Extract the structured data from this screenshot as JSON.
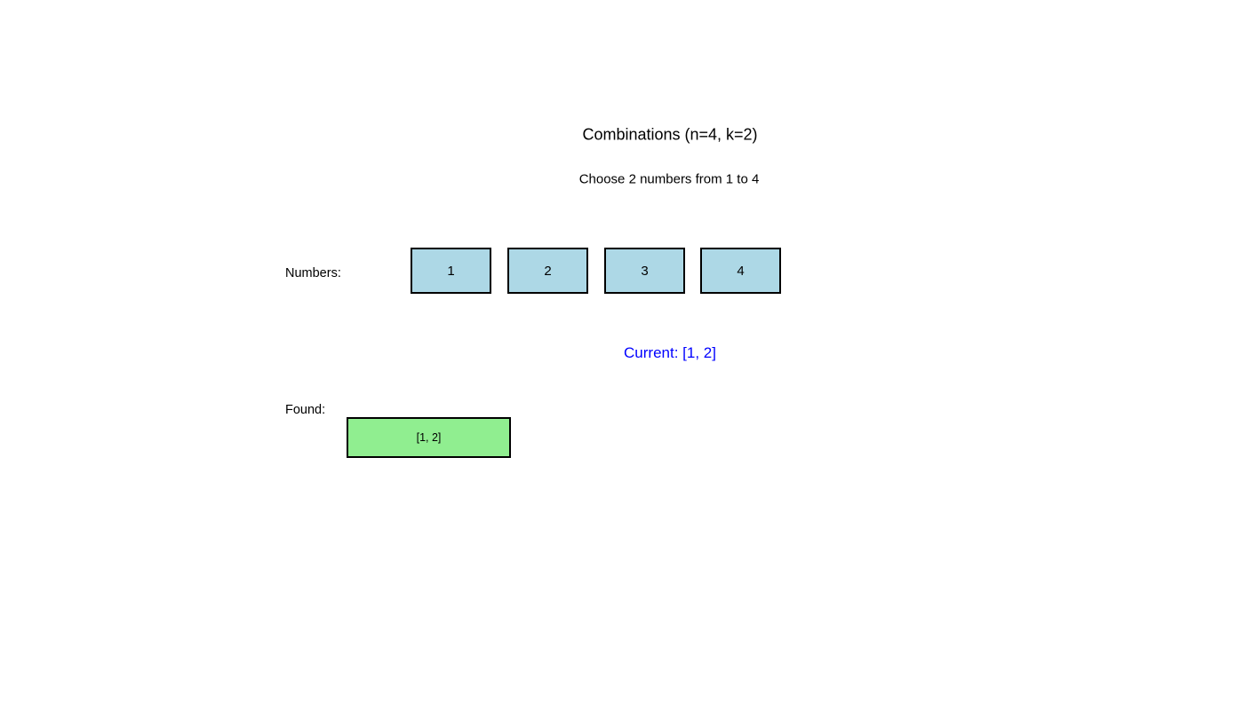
{
  "title": "Combinations (n=4, k=2)",
  "subtitle": "Choose 2 numbers from 1 to 4",
  "numbers_section": {
    "label": "Numbers:",
    "numbers": [
      "1",
      "2",
      "3",
      "4"
    ]
  },
  "current": {
    "text": "Current: [1, 2]"
  },
  "found_section": {
    "label": "Found:",
    "items": [
      "[1, 2]"
    ]
  },
  "colors": {
    "number_box": "#ADD8E6",
    "found_box": "#90EE90",
    "current_text": "#0000FF",
    "border": "#000000",
    "background": "#FFFFFF"
  }
}
